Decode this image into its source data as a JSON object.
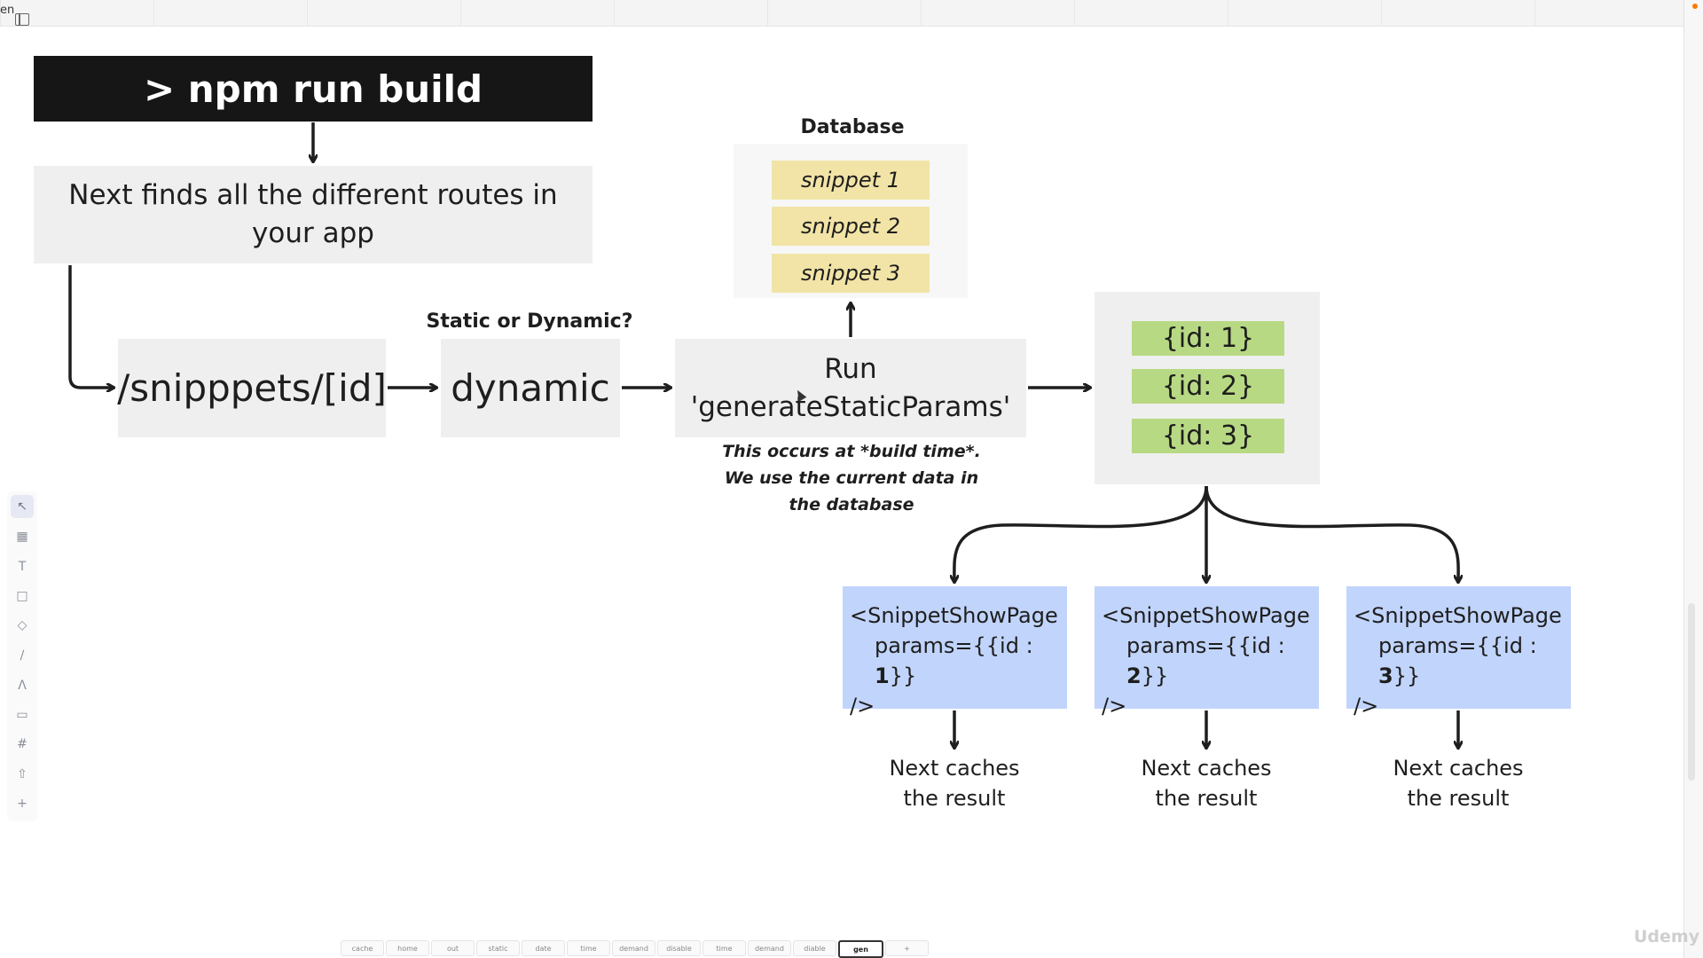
{
  "app": {
    "lang_label": "en",
    "watermark": "Udemy"
  },
  "diagram": {
    "command": "> npm run build",
    "routes_step": "Next finds all the different routes in your app",
    "route": "/snipppets/[id]",
    "question_label": "Static or Dynamic?",
    "route_type": "dynamic",
    "run_line1": "Run",
    "run_line2": "'generateStaticParams'",
    "database_label": "Database",
    "snippets": [
      "snippet 1",
      "snippet 2",
      "snippet 3"
    ],
    "note_lines": [
      "This occurs at *build time*.",
      "We use the current data in",
      "the database"
    ],
    "params": [
      "{id: 1}",
      "{id: 2}",
      "{id: 3}"
    ],
    "pages": [
      {
        "line1": "<SnippetShowPage",
        "line2_pre": "params={{id : ",
        "id": "1",
        "line2_post": "}}",
        "line3": "/>"
      },
      {
        "line1": "<SnippetShowPage",
        "line2_pre": "params={{id : ",
        "id": "2",
        "line2_post": "}}",
        "line3": "/>"
      },
      {
        "line1": "<SnippetShowPage",
        "line2_pre": "params={{id : ",
        "id": "3",
        "line2_post": "}}",
        "line3": "/>"
      }
    ],
    "cache_line1": "Next caches",
    "cache_line2": "the result"
  },
  "toolbar": {
    "icons": [
      "select-icon",
      "table-icon",
      "text-icon",
      "sticky-note-icon",
      "shapes-icon",
      "pen-icon",
      "highlighter-icon",
      "comment-icon",
      "frame-icon",
      "upload-icon",
      "add-icon"
    ]
  },
  "tabs": [
    "cache",
    "home",
    "out",
    "static",
    "date",
    "time",
    "demand",
    "disable",
    "time",
    "demand",
    "diable",
    "gen",
    "+"
  ],
  "active_tab": "gen"
}
